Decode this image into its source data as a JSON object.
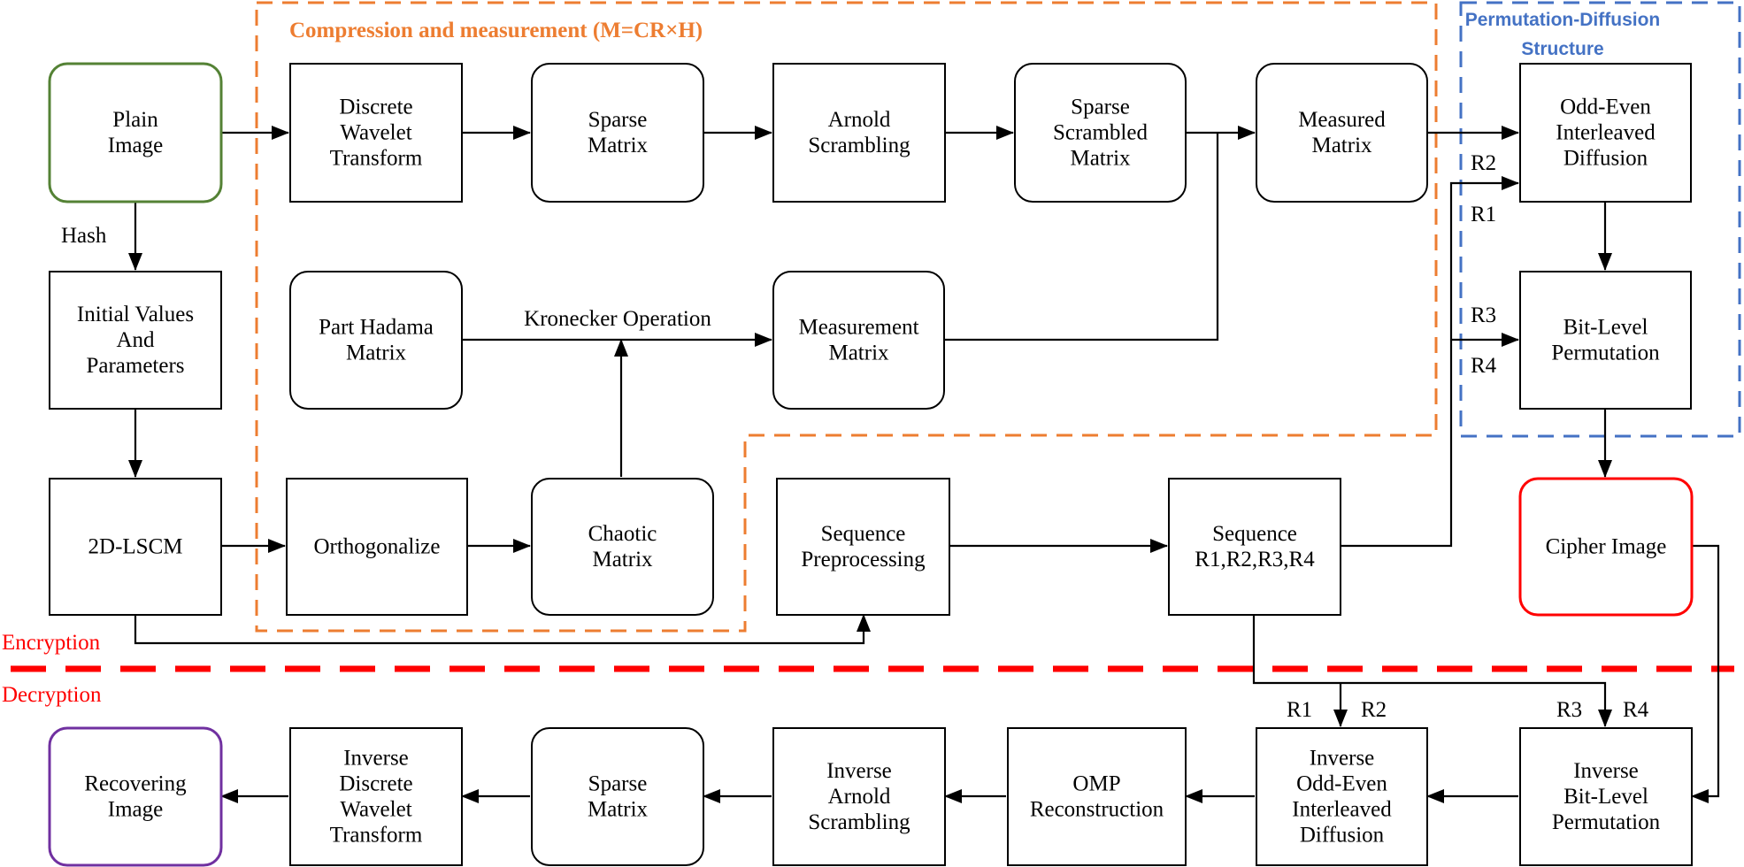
{
  "colors": {
    "compression_region": "#ED7D31",
    "permutation_region": "#4472C4",
    "divider": "#FF0000",
    "plain_image_border": "#548235",
    "cipher_image_border": "#FF0000",
    "recovering_image_border": "#7030A0"
  },
  "regions": {
    "compression_title": "Compression and measurement  (M=CR×H)",
    "permutation_title_line1": "Permutation-Diffusion",
    "permutation_title_line2": "Structure",
    "encryption": "Encryption",
    "decryption": "Decryption"
  },
  "nodes": {
    "plain_image": [
      "Plain",
      "Image"
    ],
    "dwt": [
      "Discrete",
      "Wavelet",
      "Transform"
    ],
    "sparse_matrix": [
      "Sparse",
      "Matrix"
    ],
    "arnold_scrambling": [
      "Arnold",
      "Scrambling"
    ],
    "sparse_scrambled": [
      "Sparse",
      "Scrambled",
      "Matrix"
    ],
    "measured_matrix": [
      "Measured",
      "Matrix"
    ],
    "odd_even_diffusion": [
      "Odd-Even",
      "Interleaved",
      "Diffusion"
    ],
    "initial_values": [
      "Initial Values",
      "And",
      "Parameters"
    ],
    "part_hadama": [
      "Part Hadama",
      "Matrix"
    ],
    "measurement_matrix": [
      "Measurement",
      "Matrix"
    ],
    "bit_level_permutation": [
      "Bit-Level",
      "Permutation"
    ],
    "lscm": [
      "2D-LSCM"
    ],
    "orthogonalize": [
      "Orthogonalize"
    ],
    "chaotic_matrix": [
      "Chaotic",
      "Matrix"
    ],
    "sequence_preprocessing": [
      "Sequence",
      "Preprocessing"
    ],
    "sequence_r": [
      "Sequence",
      "R1,R2,R3,R4"
    ],
    "cipher_image": [
      "Cipher Image"
    ],
    "recovering_image": [
      "Recovering",
      "Image"
    ],
    "inv_dwt": [
      "Inverse",
      "Discrete",
      "Wavelet",
      "Transform"
    ],
    "sparse_matrix_2": [
      "Sparse",
      "Matrix"
    ],
    "inv_arnold": [
      "Inverse",
      "Arnold",
      "Scrambling"
    ],
    "omp": [
      "OMP",
      "Reconstruction"
    ],
    "inv_odd_even": [
      "Inverse",
      "Odd-Even",
      "Interleaved",
      "Diffusion"
    ],
    "inv_bit_level": [
      "Inverse",
      "Bit-Level",
      "Permutation"
    ]
  },
  "edge_labels": {
    "hash": "Hash",
    "kronecker": "Kronecker Operation",
    "r1": "R1",
    "r2": "R2",
    "r3": "R3",
    "r4": "R4",
    "dec_r1": "R1",
    "dec_r2": "R2",
    "dec_r3": "R3",
    "dec_r4": "R4"
  }
}
